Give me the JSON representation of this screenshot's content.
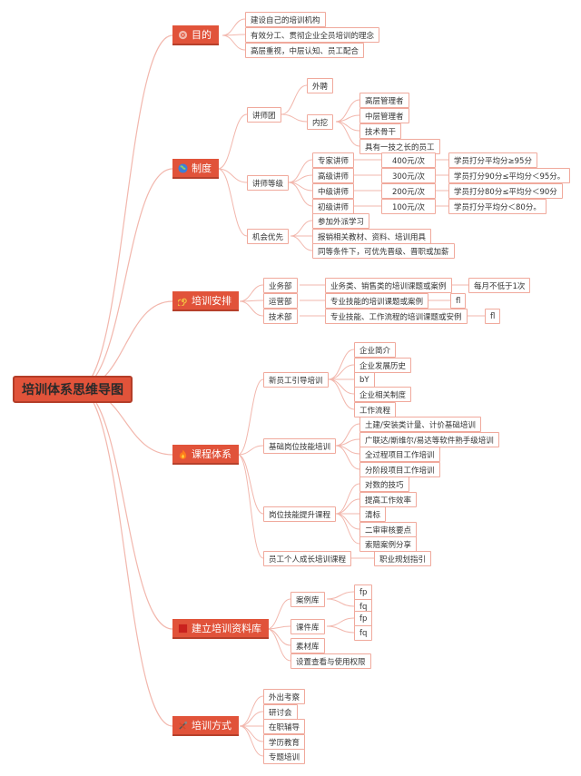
{
  "title": "培训体系思维导图",
  "colors": {
    "accent": "#e1533a",
    "node_border": "#f0a99c",
    "link": "#f2b7ad"
  },
  "branches": {
    "goal": {
      "label": "目的",
      "icon": "target-icon",
      "items": [
        "建设自己的培训机构",
        "有效分工、贯彻企业全员培训的理念",
        "高层重视，中层认知、员工配合"
      ]
    },
    "system": {
      "label": "制度",
      "icon": "globe-icon",
      "lecturers": {
        "label": "讲师团",
        "external": "外聘",
        "internal": "内挖",
        "internal_items": [
          "高层管理者",
          "中层管理者",
          "技术骨干",
          "具有一技之长的员工"
        ]
      },
      "levels": {
        "label": "讲师等级",
        "rows": [
          {
            "level": "专家讲师",
            "fee": "400元/次",
            "criteria": "学员打分平均分≥95分"
          },
          {
            "level": "高级讲师",
            "fee": "300元/次",
            "criteria": "学员打分90分≤平均分＜95分。"
          },
          {
            "level": "中级讲师",
            "fee": "200元/次",
            "criteria": "学员打分80分≤平均分＜90分"
          },
          {
            "level": "初级讲师",
            "fee": "100元/次",
            "criteria": "学员打分平均分＜80分。"
          }
        ]
      },
      "priority": {
        "label": "机会优先",
        "items": [
          "参加外派学习",
          "报销相关教材、资料、培训用具",
          "同等条件下，可优先晋级、晋职或加薪"
        ]
      }
    },
    "schedule": {
      "label": "培训安排",
      "icon": "spiral-icon",
      "depts": [
        {
          "dept": "业务部",
          "content": "业务类、销售类的培训课题或案例",
          "extra": "每月不低于1次"
        },
        {
          "dept": "运营部",
          "content": "专业技能的培训课题或案例",
          "extra": "fl"
        },
        {
          "dept": "技术部",
          "content": "专业技能、工作流程的培训课题或安例",
          "extra": "fl"
        }
      ]
    },
    "courses": {
      "label": "课程体系",
      "icon": "flame-icon",
      "groups": [
        {
          "label": "新员工引导培训",
          "items": [
            "企业简介",
            "企业发展历史",
            "bY",
            "企业相关制度",
            "工作流程"
          ]
        },
        {
          "label": "基础岗位技能培训",
          "items": [
            "土建/安装类计量、计价基础培训",
            "广联达/斯维尔/易达等软件熟手级培训",
            "全过程项目工作培训",
            "分阶段项目工作培训"
          ]
        },
        {
          "label": "岗位技能提升课程",
          "items": [
            "对数的技巧",
            "提高工作效率",
            "清标",
            "二审审核要点",
            "索赔案例分享"
          ]
        },
        {
          "label": "员工个人成长培训课程",
          "items": [
            "职业规划指引"
          ]
        }
      ]
    },
    "library": {
      "label": "建立培训资料库",
      "icon": "square-icon",
      "groups": [
        {
          "label": "案例库",
          "items": [
            "fp",
            "fq"
          ]
        },
        {
          "label": "课件库",
          "items": [
            "fp",
            "fq"
          ]
        },
        {
          "label": "素材库",
          "items": []
        },
        {
          "label": "设置查看与使用权限",
          "items": []
        }
      ]
    },
    "methods": {
      "label": "培训方式",
      "icon": "tools-icon",
      "items": [
        "外出考察",
        "研讨会",
        "在职辅导",
        "学历教育",
        "专题培训"
      ]
    }
  }
}
